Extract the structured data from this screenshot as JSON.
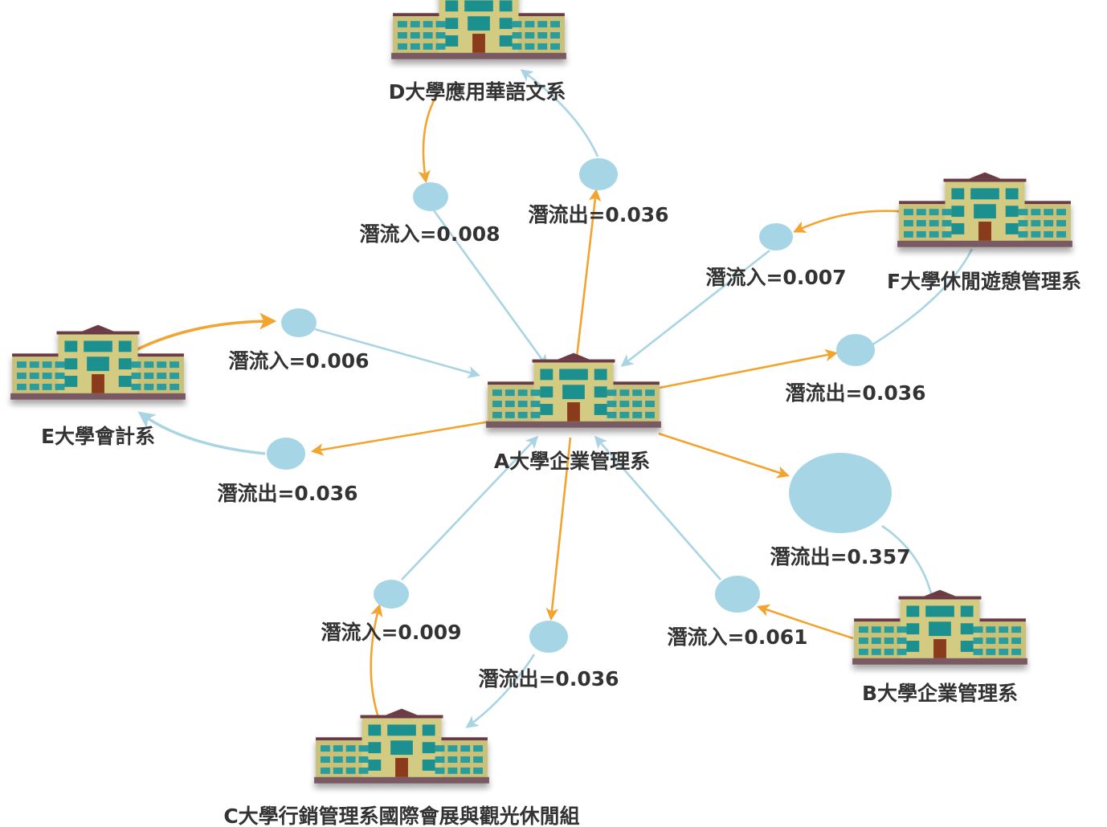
{
  "universities": [
    {
      "id": "A",
      "label": "A大學企業管理系"
    },
    {
      "id": "B",
      "label": "B大學企業管理系"
    },
    {
      "id": "C",
      "label": "C大學行銷管理系國際會展與觀光休閒組"
    },
    {
      "id": "D",
      "label": "D大學應用華語文系"
    },
    {
      "id": "E",
      "label": "E大學會計系"
    },
    {
      "id": "F",
      "label": "F大學休閒遊憩管理系"
    }
  ],
  "flows": [
    {
      "id": "d-in",
      "label": "潛流入=0.008",
      "value": 0.008,
      "direction": "in",
      "partner": "D"
    },
    {
      "id": "d-out",
      "label": "潛流出=0.036",
      "value": 0.036,
      "direction": "out",
      "partner": "D"
    },
    {
      "id": "f-in",
      "label": "潛流入=0.007",
      "value": 0.007,
      "direction": "in",
      "partner": "F"
    },
    {
      "id": "f-out",
      "label": "潛流出=0.036",
      "value": 0.036,
      "direction": "out",
      "partner": "F"
    },
    {
      "id": "e-in",
      "label": "潛流入=0.006",
      "value": 0.006,
      "direction": "in",
      "partner": "E"
    },
    {
      "id": "e-out",
      "label": "潛流出=0.036",
      "value": 0.036,
      "direction": "out",
      "partner": "E"
    },
    {
      "id": "b-out",
      "label": "潛流出=0.357",
      "value": 0.357,
      "direction": "out",
      "partner": "B"
    },
    {
      "id": "b-in",
      "label": "潛流入=0.061",
      "value": 0.061,
      "direction": "in",
      "partner": "B"
    },
    {
      "id": "c-in",
      "label": "潛流入=0.009",
      "value": 0.009,
      "direction": "in",
      "partner": "C"
    },
    {
      "id": "c-out",
      "label": "潛流出=0.036",
      "value": 0.036,
      "direction": "out",
      "partner": "C"
    }
  ],
  "colors": {
    "outflow_edge": "#f2a42f",
    "inflow_edge": "#a9d4e3",
    "flow_node": "#a6d6e6",
    "building_roof": "#6b3b45",
    "building_wall": "#c9c178",
    "building_window": "#1f8f8f",
    "building_door": "#8a3a1e"
  }
}
